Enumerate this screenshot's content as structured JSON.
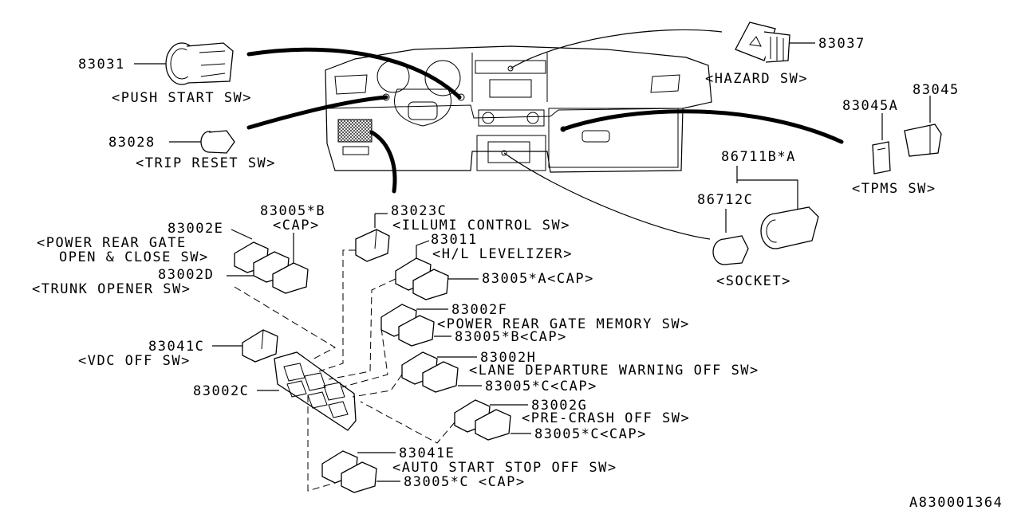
{
  "parts": {
    "p83031": "83031",
    "push_start_sw": "<PUSH START SW>",
    "p83028": "83028",
    "trip_reset_sw": "<TRIP RESET SW>",
    "p83037": "83037",
    "hazard_sw": "<HAZARD SW>",
    "p83045": "83045",
    "p83045a": "83045A",
    "tpms_sw": "<TPMS SW>",
    "p86711b": "86711B*A",
    "p86712c": "86712C",
    "socket": "<SOCKET>",
    "p83023c": "83023C",
    "illumi_control_sw": "<ILLUMI CONTROL SW>",
    "p83011": "83011",
    "hl_levelizer": "<H/L LEVELIZER>",
    "p83005a_cap": "83005*A<CAP>",
    "p83002f": "83002F",
    "power_rear_gate_memory_sw": "<POWER REAR GATE MEMORY SW>",
    "p83005b_cap": "83005*B<CAP>",
    "p83002h": "83002H",
    "lane_departure_warning_off_sw": "<LANE DEPARTURE WARNING OFF SW>",
    "p83005c_cap_1": "83005*C<CAP>",
    "p83002g": "83002G",
    "pre_crash_off_sw": "<PRE-CRASH OFF SW>",
    "p83005c_cap_2": "83005*C<CAP>",
    "p83041e": "83041E",
    "auto_start_stop_off_sw": "<AUTO START STOP OFF SW>",
    "p83005c_cap_3": "83005*C <CAP>",
    "p83005b": "83005*B",
    "cap": "<CAP>",
    "p83002e": "83002E",
    "power_rear_gate_line1": "<POWER REAR GATE",
    "power_rear_gate_line2": "OPEN & CLOSE SW>",
    "p83002d": "83002D",
    "trunk_opener_sw": "<TRUNK OPENER SW>",
    "p83041c": "83041C",
    "vdc_off_sw": "<VDC OFF SW>",
    "p83002c": "83002C"
  },
  "drawing_id": "A830001364"
}
